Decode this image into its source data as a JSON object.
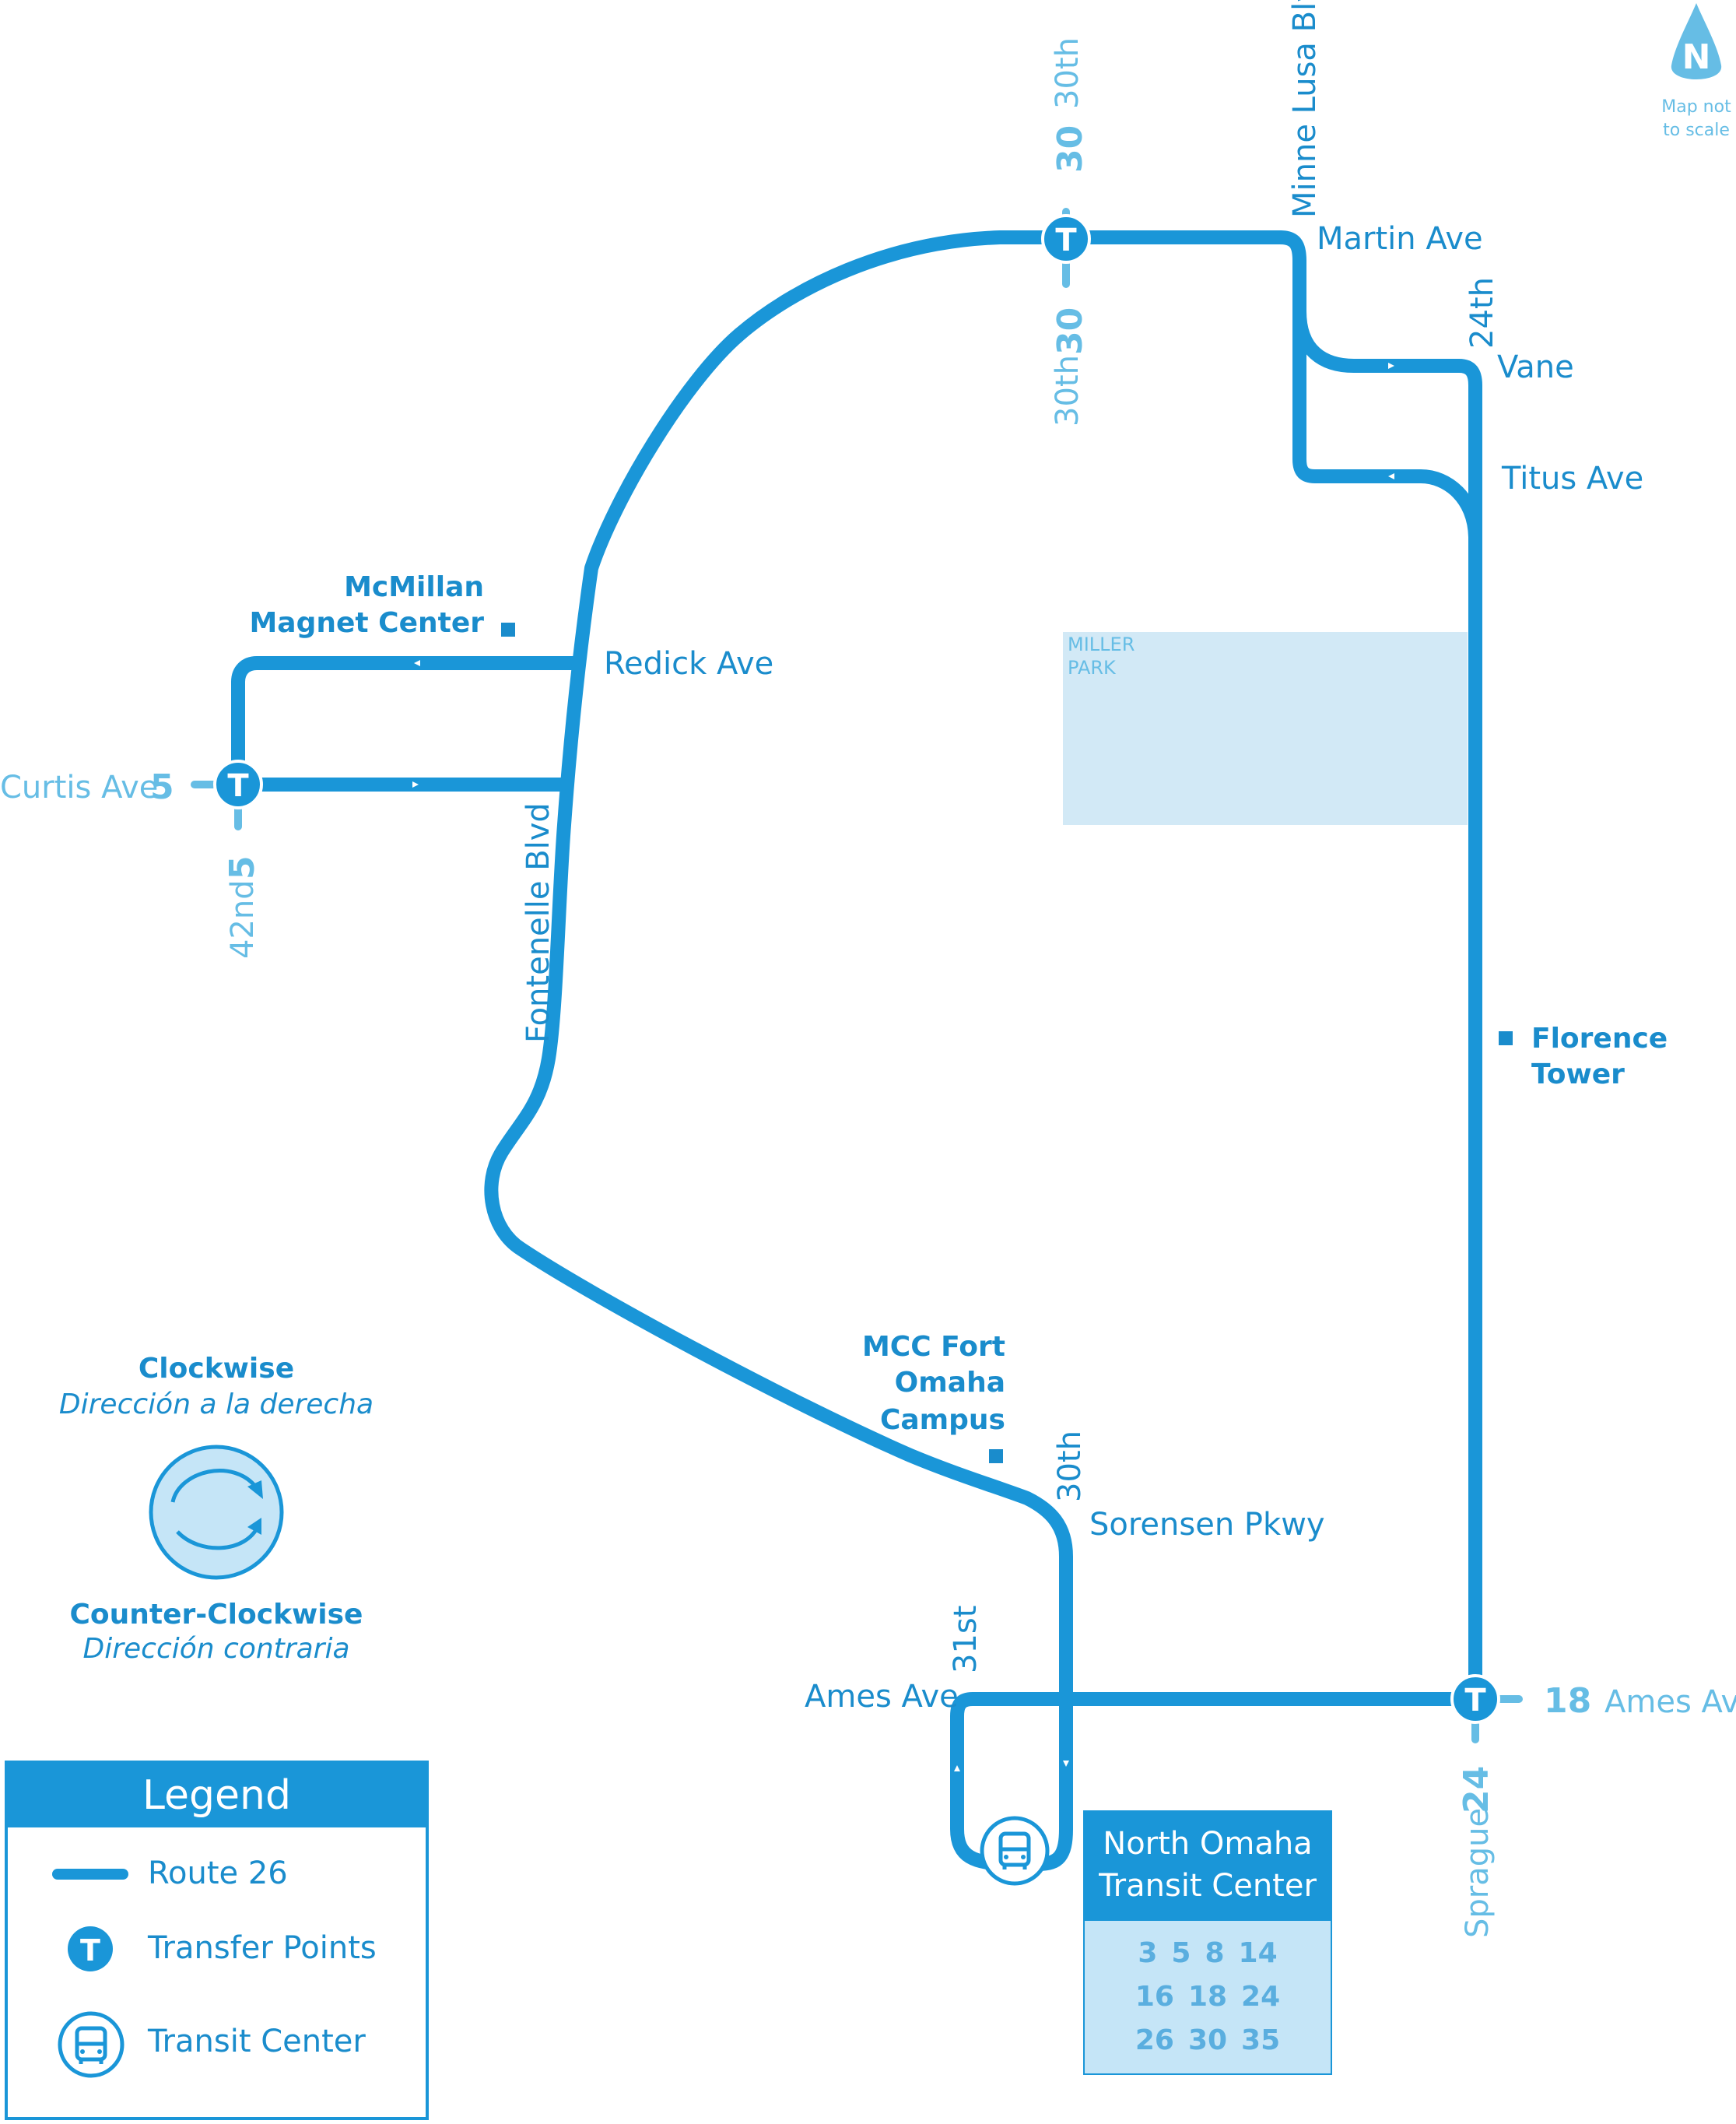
{
  "route": {
    "name": "Route 26"
  },
  "colors": {
    "route": "#1a96d8",
    "light": "#66bde5",
    "park": "#d2e9f6"
  },
  "north": {
    "letter": "N",
    "note_line1": "Map not",
    "note_line2": "to scale"
  },
  "streets": {
    "minne_lusa": "Minne Lusa Blvd",
    "martin": "Martin Ave",
    "vane": "Vane",
    "titus": "Titus Ave",
    "twenty_fourth_top": "24th",
    "redick": "Redick Ave",
    "fontenelle": "Fontenelle Blvd",
    "curtis": "Curtis Ave",
    "forty_second": "42nd",
    "thirtieth_top": "30th",
    "thirtieth_mid": "30th",
    "thirtieth_south": "30th",
    "sorensen": "Sorensen Pkwy",
    "ames_west": "Ames Ave",
    "thirty_first": "31st",
    "ames_east": "Ames Ave",
    "sprague": "Sprague"
  },
  "routes_at_transfers": {
    "north_top": "30",
    "north_bottom": "30",
    "west_left": "5",
    "west_bottom": "5",
    "east_right": "18",
    "east_bottom": "24"
  },
  "transfer_symbol": "T",
  "landmarks": {
    "mcmillan_line1": "McMillan",
    "mcmillan_line2": "Magnet Center",
    "miller_park_line1": "MILLER",
    "miller_park_line2": "PARK",
    "florence_line1": "Florence",
    "florence_line2": "Tower",
    "mcc_line1": "MCC Fort",
    "mcc_line2": "Omaha",
    "mcc_line3": "Campus"
  },
  "direction": {
    "clockwise_en": "Clockwise",
    "clockwise_es": "Dirección a la derecha",
    "counter_en": "Counter-Clockwise",
    "counter_es": "Dirección contraria"
  },
  "transit_center": {
    "name_line1": "North Omaha",
    "name_line2": "Transit Center",
    "routes": [
      [
        "3",
        "5",
        "8",
        "14"
      ],
      [
        "16",
        "18",
        "24"
      ],
      [
        "26",
        "30",
        "35"
      ]
    ]
  },
  "legend": {
    "title": "Legend",
    "route_label": "Route 26",
    "transfer_label": "Transfer Points",
    "transit_center_label": "Transit Center"
  }
}
